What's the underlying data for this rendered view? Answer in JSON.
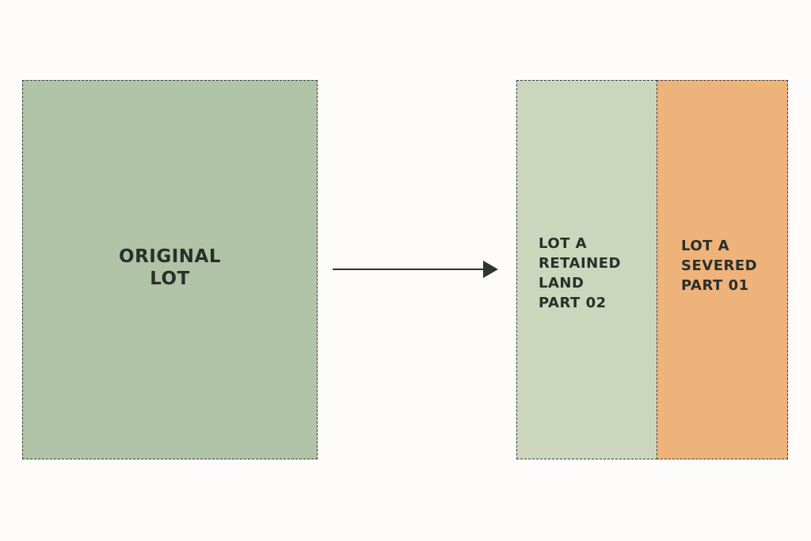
{
  "original_lot": {
    "lines": [
      "ORIGINAL",
      "LOT"
    ],
    "color": "#b1c3a7"
  },
  "retained_lot": {
    "lines": [
      "LOT A",
      "RETAINED",
      "LAND",
      "PART 02"
    ],
    "color": "#cbd6bd"
  },
  "severed_lot": {
    "lines": [
      "LOT A",
      "SEVERED",
      "PART 01"
    ],
    "color": "#eeb27b"
  }
}
